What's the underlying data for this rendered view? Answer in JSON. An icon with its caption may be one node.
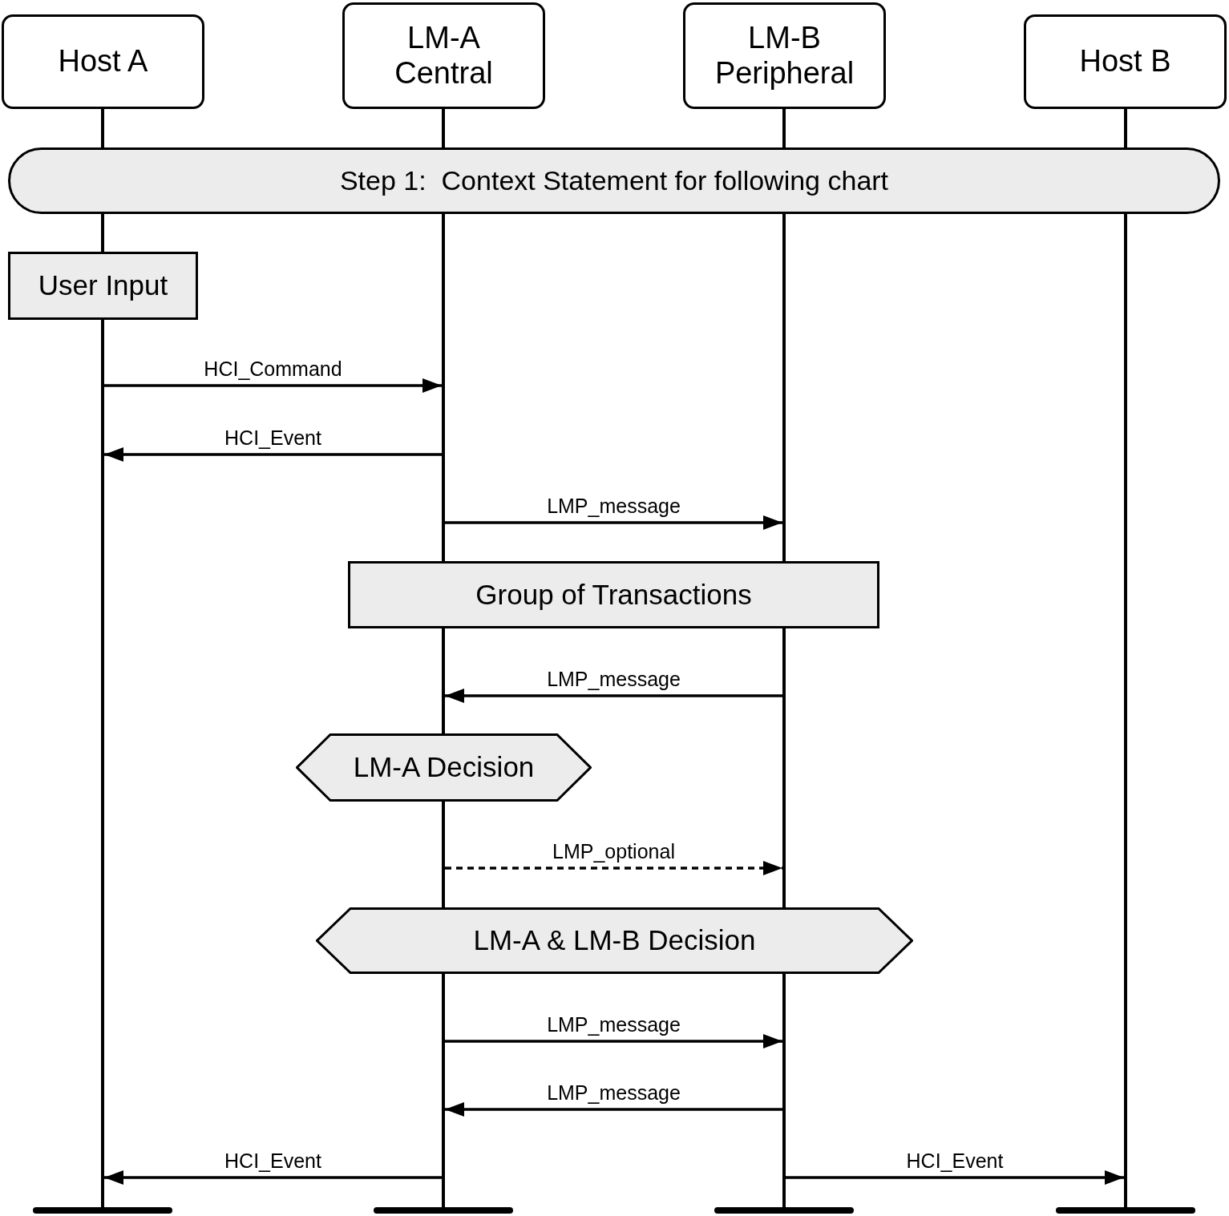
{
  "diagram": {
    "nodes": [
      {
        "text": [
          "Host A"
        ]
      },
      {
        "text": [
          "LM-A Central"
        ]
      },
      {
        "text": [
          "LM-B Peripheral"
        ]
      },
      {
        "text": [
          "Host B"
        ]
      },
      {
        "text": [
          "Step 1:  Context Statement for following chart"
        ]
      },
      {
        "text": [
          "User Input"
        ]
      },
      {
        "text": [
          "Group of Transactions"
        ]
      },
      {
        "text": [
          "LM-A Decision"
        ]
      },
      {
        "text": [
          "LM-A & LM-B Decision"
        ]
      },
      {
        "text": [],
        "shape": "bar"
      },
      {
        "text": [],
        "shape": "bar"
      },
      {
        "text": [],
        "shape": "bar"
      },
      {
        "text": [],
        "shape": "bar"
      },
      {
        "text": [],
        "shape": "bar"
      },
      {
        "text": [],
        "shape": "bar"
      }
    ],
    "edges": [
      {
        "from": 9,
        "to": 10,
        "arrow": "to",
        "label": "HCI_Command"
      },
      {
        "from": 10,
        "to": 9,
        "arrow": "to",
        "label": "HCI_Event"
      },
      {
        "from": 10,
        "to": 12,
        "arrow": "to",
        "label": "LMP_message"
      },
      {
        "from": 12,
        "to": 10,
        "arrow": "to",
        "label": "LMP_message"
      },
      {
        "from": 11,
        "to": 12,
        "arrow": "to",
        "label": "LMP_optional",
        "style": "dashed"
      },
      {
        "from": 11,
        "to": 12,
        "arrow": "to",
        "label": "LMP_message"
      },
      {
        "from": 12,
        "to": 11,
        "arrow": "to",
        "label": "LMP_message"
      },
      {
        "from": 11,
        "to": 9,
        "arrow": "to",
        "label": "HCI_Event"
      },
      {
        "from": 12,
        "to": 13,
        "arrow": "to",
        "label": "HCI_Event"
      }
    ]
  }
}
